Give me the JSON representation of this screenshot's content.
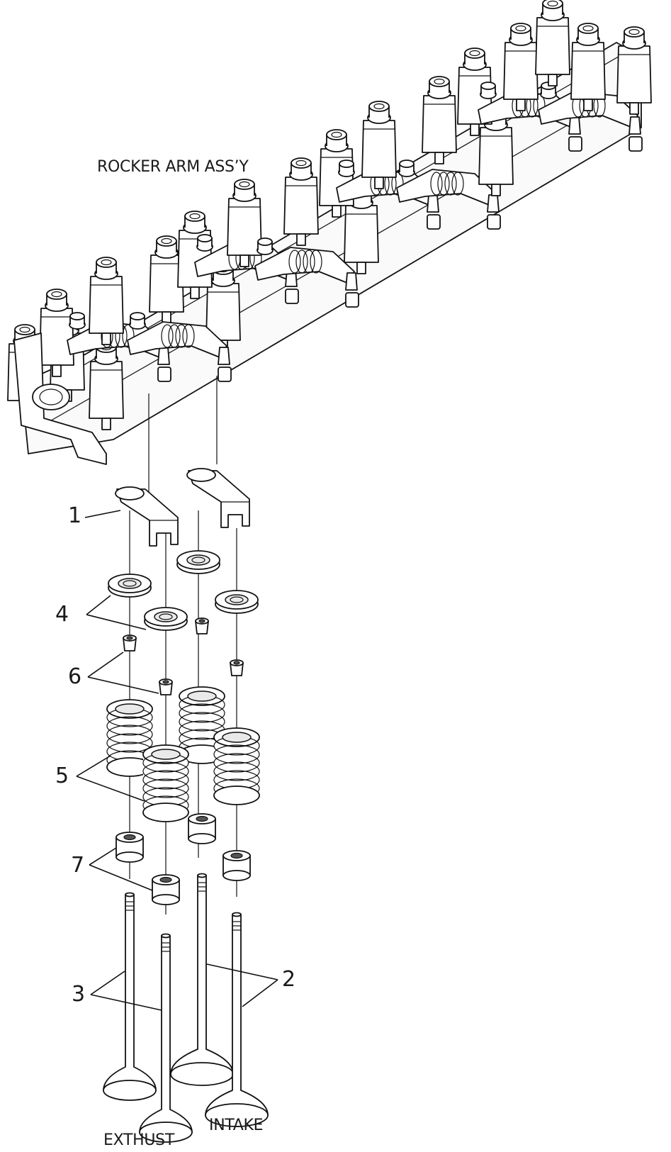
{
  "title": "ROCKER ARM ASS’Y",
  "captions": {
    "exhaust": "EXTHUST",
    "intake": "INTAKE"
  },
  "callouts": {
    "c1": "1",
    "c2": "2",
    "c3": "3",
    "c4": "4",
    "c5": "5",
    "c6": "6",
    "c7": "7"
  },
  "parts": [
    {
      "id": "1",
      "name": "valve bridge"
    },
    {
      "id": "2",
      "name": "intake valve"
    },
    {
      "id": "3",
      "name": "exhaust valve"
    },
    {
      "id": "4",
      "name": "spring retainer"
    },
    {
      "id": "5",
      "name": "valve spring"
    },
    {
      "id": "6",
      "name": "valve cotter"
    },
    {
      "id": "7",
      "name": "valve stem seal"
    }
  ],
  "colors": {
    "line": "#111111",
    "background": "#ffffff",
    "shade": "#e9e9e9"
  }
}
